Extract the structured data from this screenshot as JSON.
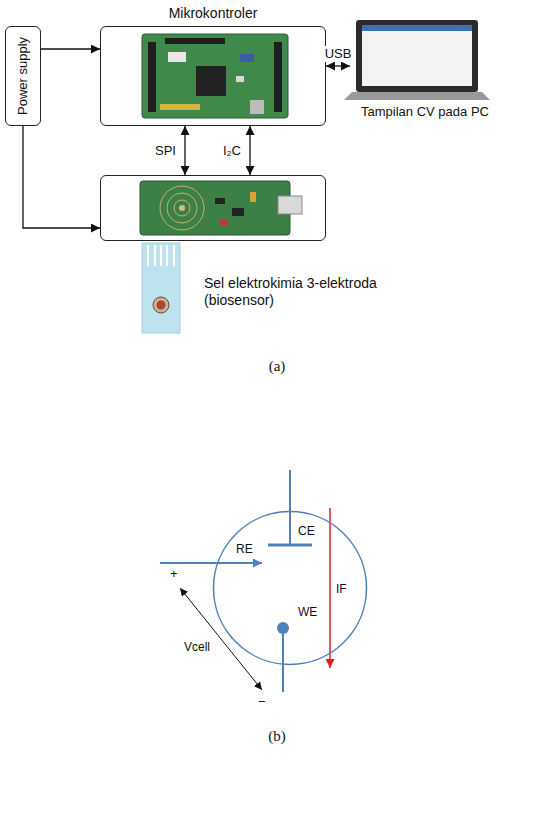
{
  "diagram": {
    "nodes": [
      {
        "text": [
          "Power supply"
        ]
      },
      {
        "text": [
          "Mikrokontroler"
        ]
      },
      {
        "text": [
          "Tampilan CV pada PC"
        ]
      },
      {
        "text": []
      },
      {
        "text": [
          "Sel elektrokimia 3-elektroda (biosensor)"
        ]
      },
      {
        "text": [
          "CE",
          "RE",
          "WE"
        ]
      }
    ],
    "edges": [
      {
        "from": 0,
        "to": 1,
        "arrow": "to"
      },
      {
        "from": 1,
        "to": 2,
        "label": "USB",
        "arrow": "both"
      },
      {
        "from": 1,
        "to": 3,
        "label": "SPI",
        "arrow": "both"
      },
      {
        "from": 1,
        "to": 3,
        "label": "I₂C",
        "arrow": "both"
      },
      {
        "from": 0,
        "to": 3,
        "arrow": "to"
      }
    ],
    "labels": [
      "(a)",
      "+",
      "IF",
      "Vcell",
      "−",
      "(b)"
    ]
  }
}
